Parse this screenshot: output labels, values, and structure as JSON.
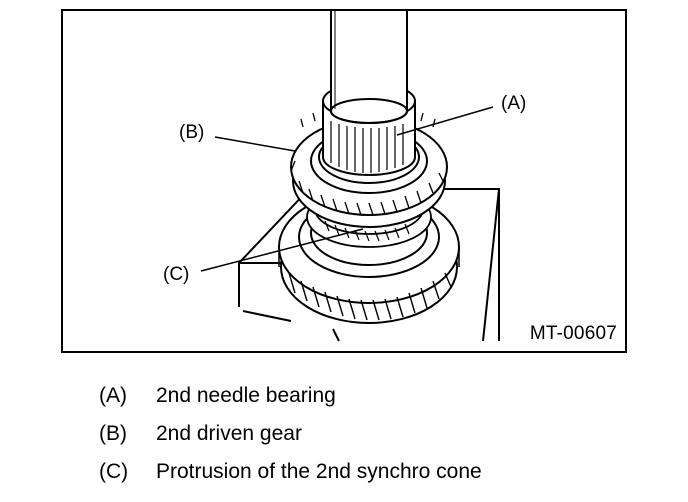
{
  "figure": {
    "id": "MT-00607",
    "callouts": {
      "a": "(A)",
      "b": "(B)",
      "c": "(C)"
    }
  },
  "legend": [
    {
      "letter": "(A)",
      "text": "2nd needle bearing"
    },
    {
      "letter": "(B)",
      "text": "2nd driven gear"
    },
    {
      "letter": "(C)",
      "text": "Protrusion of the 2nd synchro cone"
    }
  ],
  "colors": {
    "line": "#000000",
    "background": "#ffffff"
  }
}
